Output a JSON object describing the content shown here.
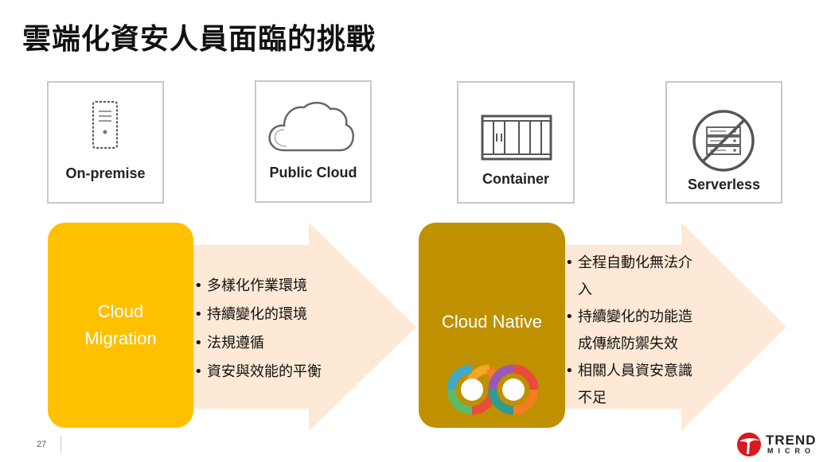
{
  "title": "雲端化資安人員面臨的挑戰",
  "cards": [
    {
      "label": "On-premise",
      "icon": "server-icon"
    },
    {
      "label": "Public Cloud",
      "icon": "cloud-icon"
    },
    {
      "label": "Container",
      "icon": "container-icon"
    },
    {
      "label": "Serverless",
      "icon": "no-server-icon"
    }
  ],
  "left": {
    "box_line1": "Cloud",
    "box_line2": "Migration",
    "bullets": [
      "多樣化作業環境",
      "持續變化的環境",
      "法規遵循",
      "資安與效能的平衡"
    ]
  },
  "right": {
    "box_label": "Cloud Native",
    "bullets_line1": [
      "全程自動化無法介",
      "持續變化的功能造",
      "相關人員資安意識"
    ],
    "bullets_line2": [
      "入",
      "成傳統防禦失效",
      "不足"
    ],
    "devops_icon": "devops-loop-icon"
  },
  "colors": {
    "migration_box": "#FFC000",
    "native_box": "#BF9000",
    "arrow": "#FDE9D5"
  },
  "footer": {
    "page_number": "27",
    "brand_line1": "TREND",
    "brand_line2": "MICRO",
    "brand_icon": "trend-micro-logo-icon"
  }
}
